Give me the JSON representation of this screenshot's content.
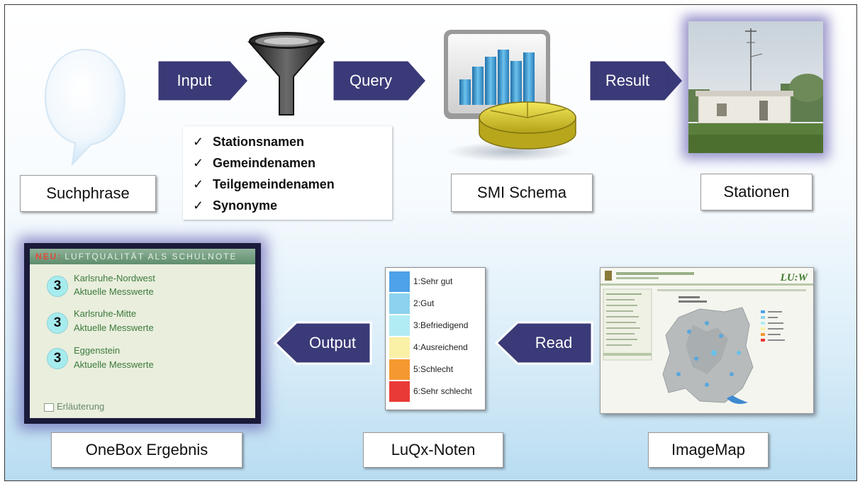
{
  "labels": {
    "suchphrase": "Suchphrase",
    "smi_schema": "SMI Schema",
    "stationen": "Stationen",
    "onebox_ergebnis": "OneBox Ergebnis",
    "luqx_noten": "LuQx-Noten",
    "imagemap": "ImageMap"
  },
  "arrows": {
    "input": "Input",
    "query": "Query",
    "result": "Result",
    "output": "Output",
    "read": "Read"
  },
  "filter_list": {
    "tick": "✓",
    "items": [
      "Stationsnamen",
      "Gemeindenamen",
      "Teilgemeindenamen",
      "Synonyme"
    ]
  },
  "onebox": {
    "badge": "NEU:",
    "header": "LUFTQUALITÄT ALS SCHULNOTE",
    "stations": [
      {
        "grade": "3",
        "name": "Karlsruhe-Nordwest",
        "sub": "Aktuelle Messwerte"
      },
      {
        "grade": "3",
        "name": "Karlsruhe-Mitte",
        "sub": "Aktuelle Messwerte"
      },
      {
        "grade": "3",
        "name": "Eggenstein",
        "sub": "Aktuelle Messwerte"
      }
    ],
    "footer": "Erläuterung"
  },
  "luqx_legend": [
    {
      "label": "1:Sehr gut",
      "color": "#4ea2e8"
    },
    {
      "label": "2:Gut",
      "color": "#8dd2ee"
    },
    {
      "label": "3:Befriedigend",
      "color": "#b1ecf4"
    },
    {
      "label": "4:Ausreichend",
      "color": "#faf0a6"
    },
    {
      "label": "5:Schlecht",
      "color": "#f5982f"
    },
    {
      "label": "6:Sehr schlecht",
      "color": "#ea3a36"
    }
  ],
  "imagemap": {
    "logo": "LU:W"
  },
  "colors": {
    "arrow_fill": "#3a3a78",
    "arrow_border": "#ffffff",
    "background_bottom": "#b8dcf1",
    "glow": "#4a3ea0"
  },
  "icons": [
    "speech-bubble-icon",
    "funnel-icon",
    "database-chart-icon",
    "station-photo",
    "map-thumbnail"
  ]
}
